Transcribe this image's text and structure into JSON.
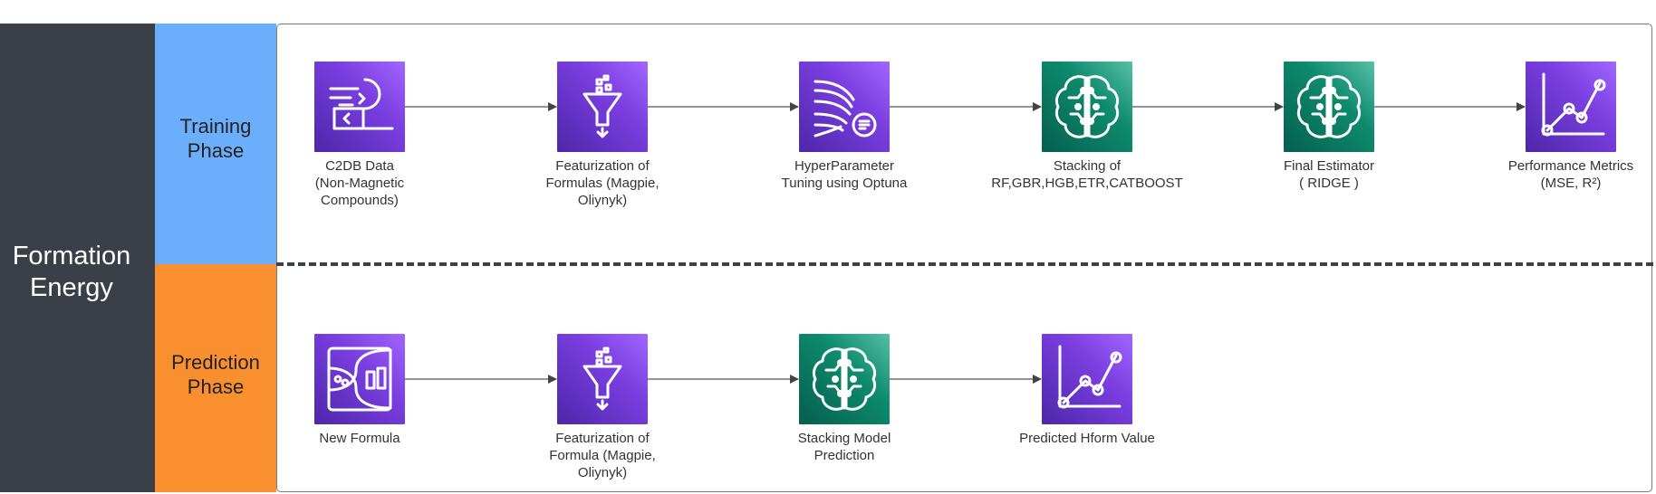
{
  "title": "Formation\nEnergy",
  "phases": {
    "training": "Training\nPhase",
    "prediction": "Prediction\nPhase"
  },
  "training_steps": [
    {
      "label": "C2DB Data\n(Non-Magnetic\nCompounds)",
      "icon": "data-transfer-icon",
      "color": "purple"
    },
    {
      "label": "Featurization of\nFormulas (Magpie,\nOliynyk)",
      "icon": "funnel-icon",
      "color": "purple"
    },
    {
      "label": "HyperParameter\nTuning using Optuna",
      "icon": "tuning-streams-icon",
      "color": "purple"
    },
    {
      "label": "Stacking of\nRF,GBR,HGB,ETR,CATBOOST",
      "icon": "brain-icon",
      "color": "green"
    },
    {
      "label": "Final Estimator\n( RIDGE )",
      "icon": "brain-icon",
      "color": "green"
    },
    {
      "label": "Performance Metrics\n(MSE, R²)",
      "icon": "line-chart-icon",
      "color": "purple"
    }
  ],
  "prediction_steps": [
    {
      "label": "New Formula",
      "icon": "formula-input-icon",
      "color": "purple"
    },
    {
      "label": "Featurization of\nFormula (Magpie,\nOliynyk)",
      "icon": "funnel-icon",
      "color": "purple"
    },
    {
      "label": "Stacking Model\nPrediction",
      "icon": "brain-icon",
      "color": "green"
    },
    {
      "label": "Predicted Hform Value",
      "icon": "line-chart-icon",
      "color": "purple"
    }
  ],
  "colors": {
    "sidebar": "#3b4048",
    "training_band": "#6aaefc",
    "prediction_band": "#f98f2e",
    "purple_icon": "#7a3ee0",
    "green_icon": "#0d8a6c"
  }
}
